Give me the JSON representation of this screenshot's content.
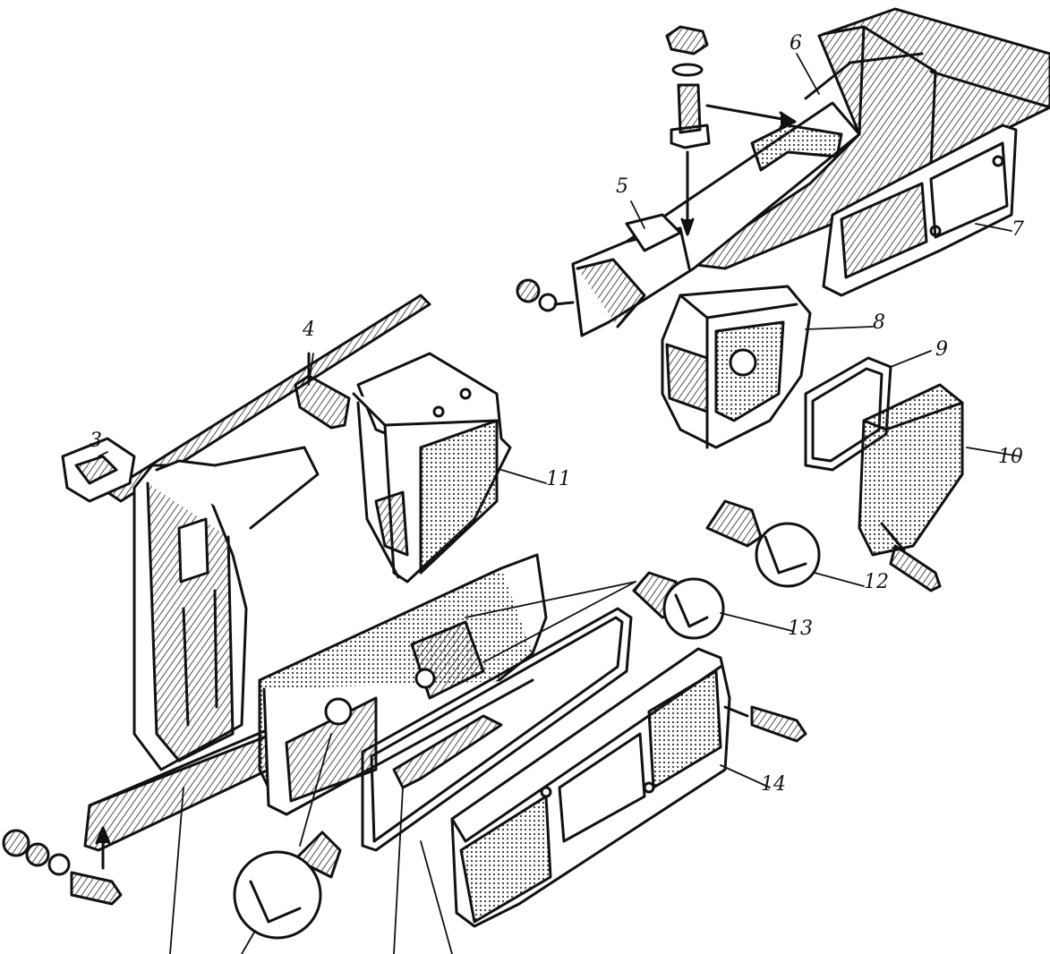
{
  "colors": {
    "ink": "#111111",
    "paper": "#ffffff",
    "shade": "#555555"
  },
  "callouts": [
    {
      "id": "c3",
      "label": "3"
    },
    {
      "id": "c4",
      "label": "4"
    },
    {
      "id": "c5",
      "label": "5"
    },
    {
      "id": "c6",
      "label": "6"
    },
    {
      "id": "c7",
      "label": "7"
    },
    {
      "id": "c8",
      "label": "8"
    },
    {
      "id": "c9",
      "label": "9"
    },
    {
      "id": "c10",
      "label": "10"
    },
    {
      "id": "c11",
      "label": "11"
    },
    {
      "id": "c12",
      "label": "12"
    },
    {
      "id": "c13",
      "label": "13"
    },
    {
      "id": "c14",
      "label": "14"
    }
  ]
}
